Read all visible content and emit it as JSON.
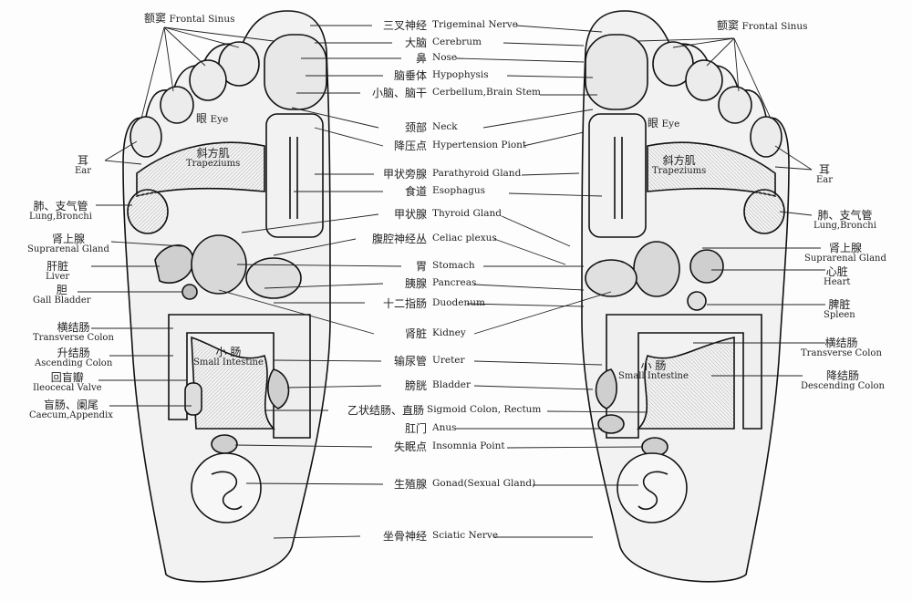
{
  "center_labels": [
    {
      "cn": "三叉神经",
      "en": "Trigeminal Nerve"
    },
    {
      "cn": "大脑",
      "en": "Cerebrum"
    },
    {
      "cn": "鼻",
      "en": "Nose"
    },
    {
      "cn": "脑垂体",
      "en": "Hypophysis"
    },
    {
      "cn": "小脑、脑干",
      "en": "Cerbellum,Brain Stem"
    },
    {
      "cn": "颈部",
      "en": "Neck"
    },
    {
      "cn": "降压点",
      "en": "Hypertension Piont"
    },
    {
      "cn": "甲状旁腺",
      "en": "Parathyroid Gland"
    },
    {
      "cn": "食道",
      "en": "Esophagus"
    },
    {
      "cn": "甲状腺",
      "en": "Thyroid Gland"
    },
    {
      "cn": "腹腔神经丛",
      "en": "Celiac plexus"
    },
    {
      "cn": "胃",
      "en": "Stomach"
    },
    {
      "cn": "胰腺",
      "en": "Pancreas"
    },
    {
      "cn": "十二指肠",
      "en": "Duodenum"
    },
    {
      "cn": "肾脏",
      "en": "Kidney"
    },
    {
      "cn": "输尿管",
      "en": "Ureter"
    },
    {
      "cn": "膀胱",
      "en": "Bladder"
    },
    {
      "cn": "乙状结肠、直肠",
      "en": "Sigmoid Colon, Rectum"
    },
    {
      "cn": "肛门",
      "en": "Anus"
    },
    {
      "cn": "失眠点",
      "en": "Insomnia Point"
    },
    {
      "cn": "生殖腺",
      "en": "Gonad(Sexual Gland)"
    },
    {
      "cn": "坐骨神经",
      "en": "Sciatic Nerve"
    }
  ],
  "left_labels": [
    {
      "cn": "额窦",
      "en": "Frontal Sinus"
    },
    {
      "cn": "眼",
      "en": "Eye"
    },
    {
      "cn": "斜方肌",
      "en": "Trapeziums"
    },
    {
      "cn": "耳",
      "en": "Ear"
    },
    {
      "cn": "肺、支气管",
      "en": "Lung,Bronchi"
    },
    {
      "cn": "肾上腺",
      "en": "Suprarenal Gland"
    },
    {
      "cn": "肝脏",
      "en": "Liver"
    },
    {
      "cn": "胆",
      "en": "Gall Bladder"
    },
    {
      "cn": "横结肠",
      "en": "Transverse Colon"
    },
    {
      "cn": "升结肠",
      "en": "Ascending Colon"
    },
    {
      "cn": "回盲瓣",
      "en": "Ileocecal Valve"
    },
    {
      "cn": "盲肠、阑尾",
      "en": "Caecum,Appendix"
    },
    {
      "cn": "小 肠",
      "en": "Small Intestine"
    }
  ],
  "right_labels": [
    {
      "cn": "额窦",
      "en": "Frontal Sinus"
    },
    {
      "cn": "眼",
      "en": "Eye"
    },
    {
      "cn": "斜方肌",
      "en": "Trapeziums"
    },
    {
      "cn": "耳",
      "en": "Ear"
    },
    {
      "cn": "肺、支气管",
      "en": "Lung,Bronchi"
    },
    {
      "cn": "肾上腺",
      "en": "Suprarenal Gland"
    },
    {
      "cn": "心脏",
      "en": "Heart"
    },
    {
      "cn": "脾脏",
      "en": "Spleen"
    },
    {
      "cn": "横结肠",
      "en": "Transverse Colon"
    },
    {
      "cn": "小 肠",
      "en": "Small Intestine"
    },
    {
      "cn": "降结肠",
      "en": "Descending Colon"
    }
  ]
}
